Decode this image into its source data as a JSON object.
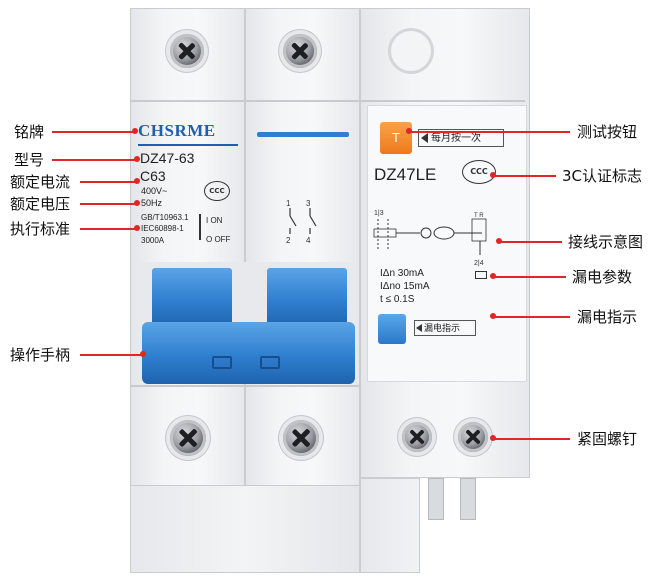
{
  "breaker": {
    "brand": "CHSRME",
    "model": "DZ47-63",
    "rating": "C63",
    "voltage": "400V~",
    "frequency": "50Hz",
    "standard_1": "GB/T10963.1",
    "standard_2": "IEC60898-1",
    "breaking": "3000A",
    "on_mark": "I  ON",
    "off_mark": "O OFF",
    "rcd_model": "DZ47LE",
    "test_hint": "每月按一次",
    "test_button_letter": "T",
    "leak_param_1": "IΔn  30mA",
    "leak_param_2": "IΔno  15mA",
    "leak_param_3": "t  ≤ 0.1S",
    "leak_indicator_label": "漏电指示",
    "terminal_top": "1 3",
    "terminal_bottom": "2 4",
    "ccc_mark": "CCC"
  },
  "annotations": {
    "left": {
      "nameplate": "铭牌",
      "model": "型号",
      "rated_current": "额定电流",
      "rated_voltage": "额定电压",
      "standard": "执行标准",
      "handle": "操作手柄"
    },
    "right": {
      "test_button": "测试按钮",
      "ccc": "3C认证标志",
      "wiring": "接线示意图",
      "leak_params": "漏电参数",
      "leak_indicator": "漏电指示",
      "screws": "紧固螺钉"
    }
  },
  "colors": {
    "accent_blue": "#2f7fd0",
    "brand_blue": "#1f5fb3",
    "leader_red": "#e02626",
    "test_orange": "#f28a2a"
  }
}
